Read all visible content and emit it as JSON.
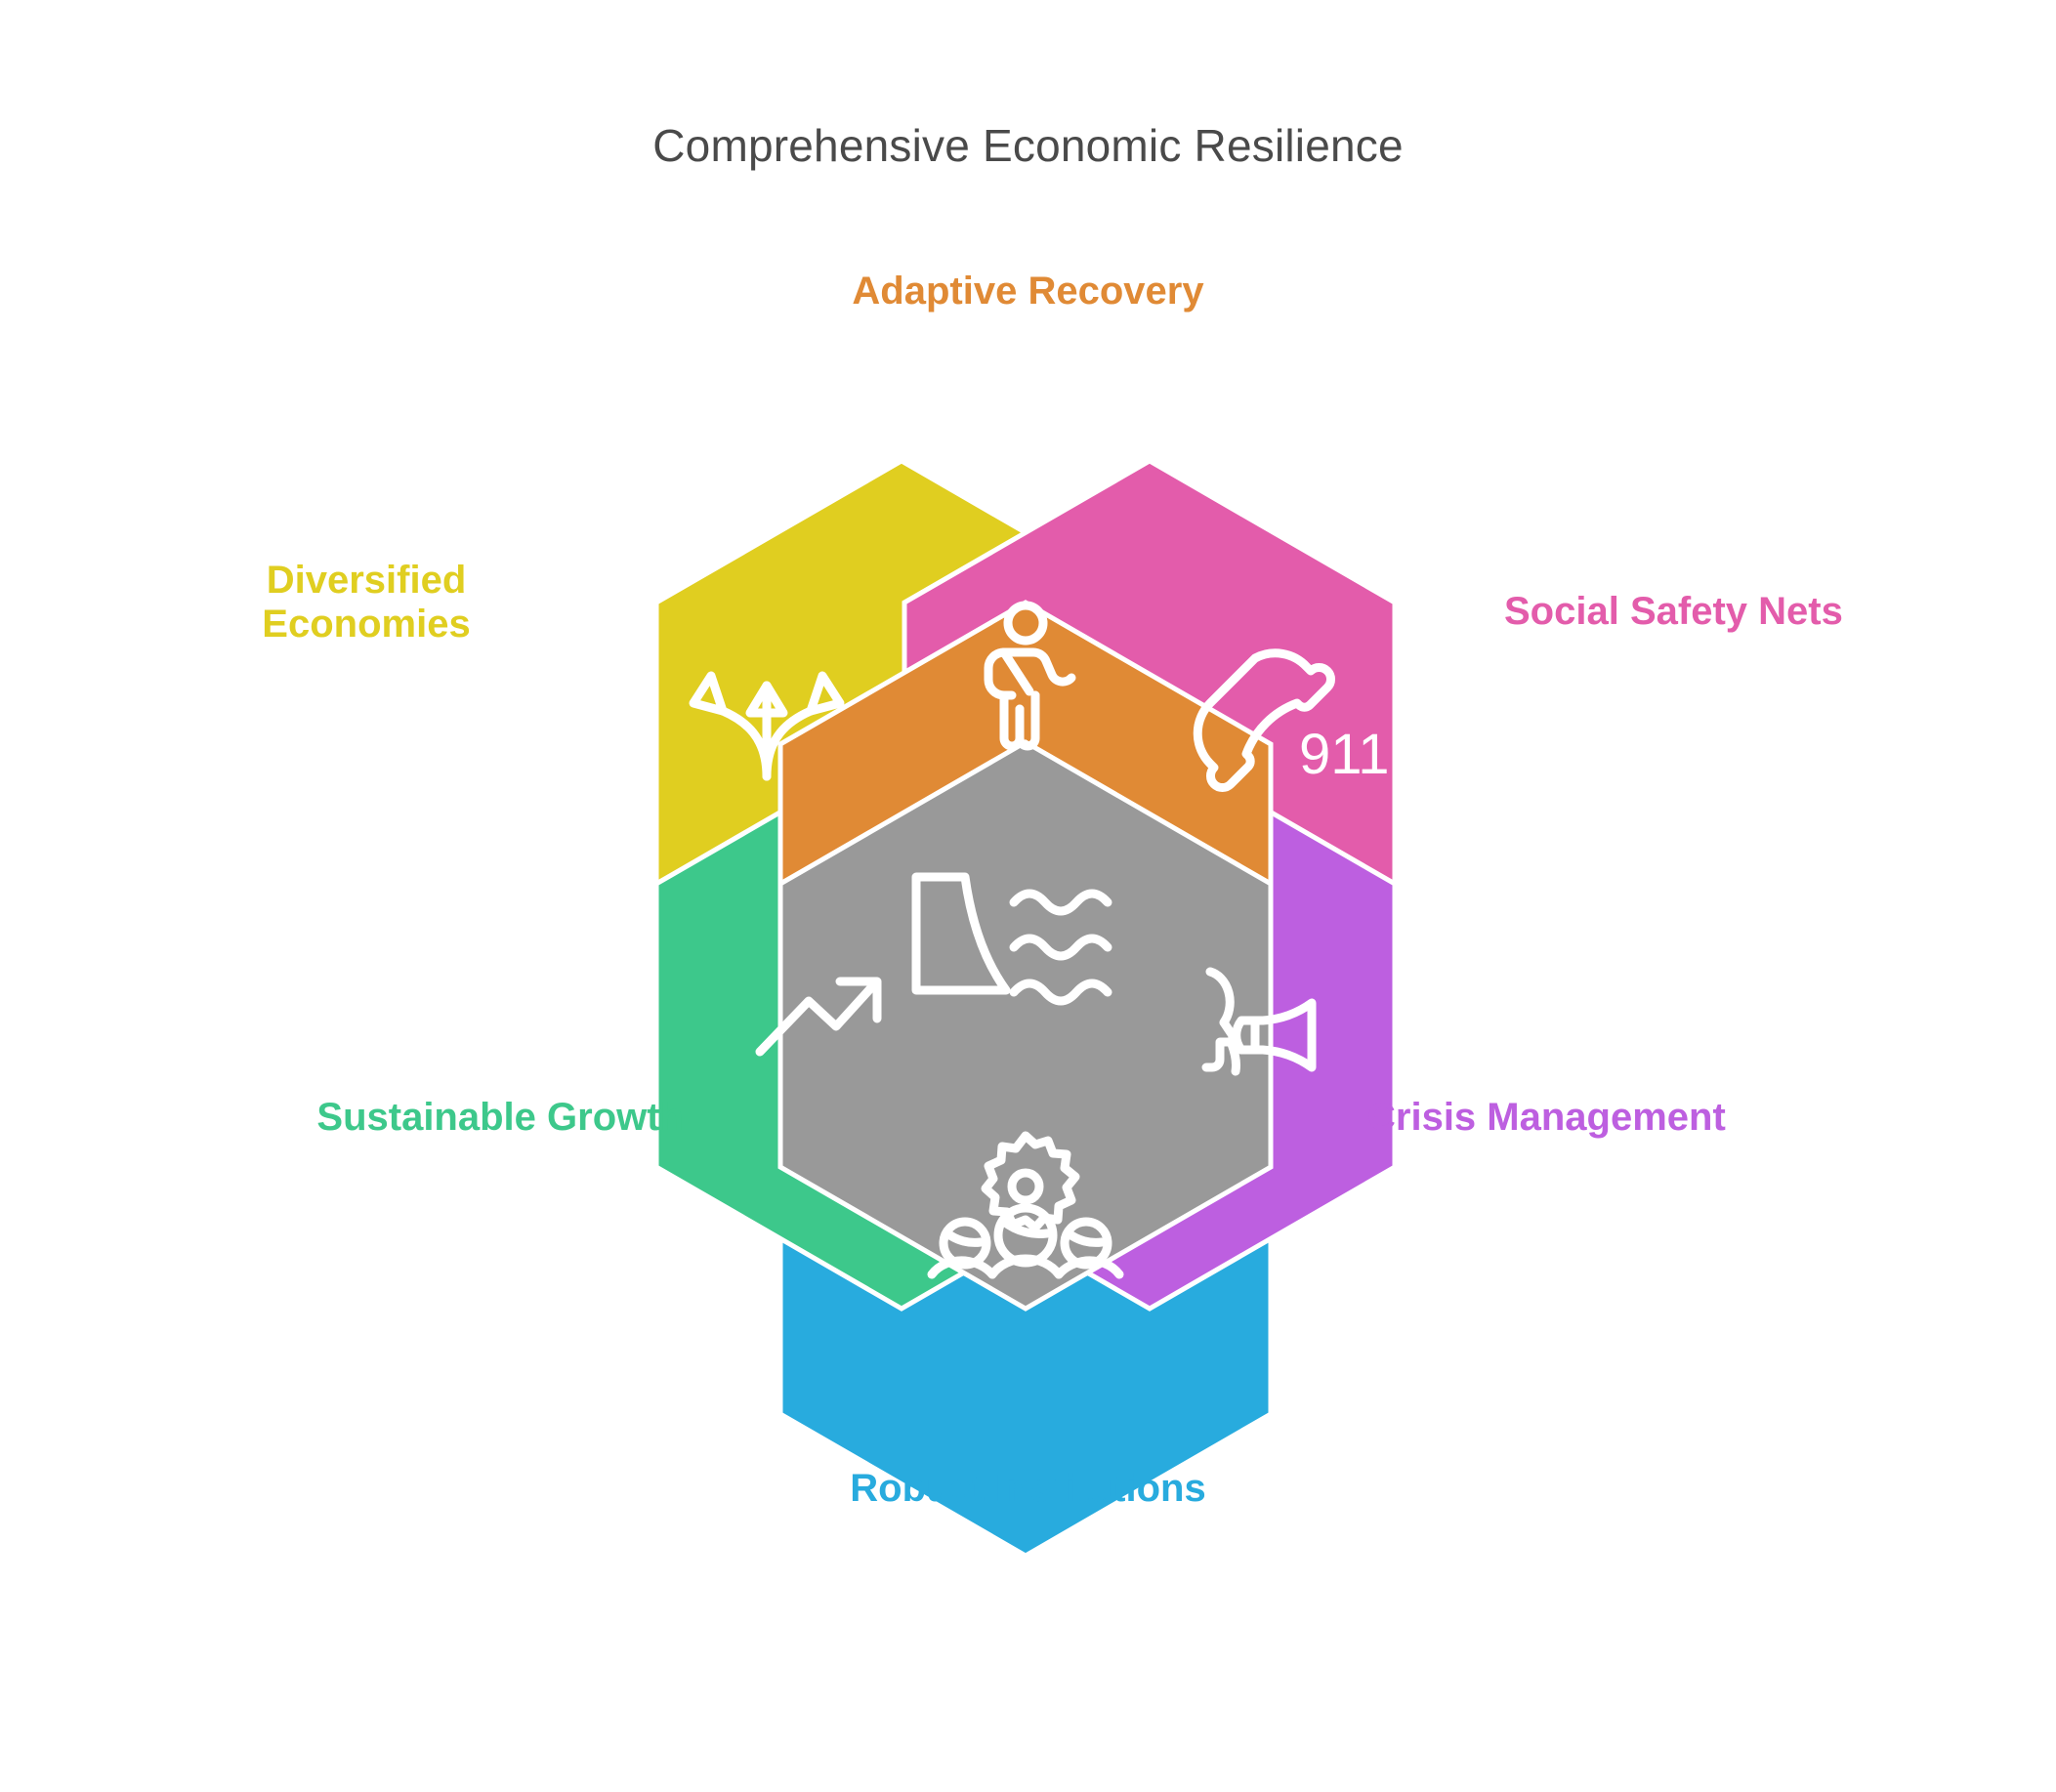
{
  "title": "Comprehensive Economic Resilience",
  "title_color": "#4a4a4a",
  "background_color": "#ffffff",
  "diagram": {
    "type": "hexagon-venn",
    "center": {
      "name": "Comprehensive Economic Resilience",
      "color": "#999999",
      "icon": "dam-water-icon"
    },
    "segments": [
      {
        "key": "adaptive_recovery",
        "label": "Adaptive Recovery",
        "color": "#E08A35",
        "icon": "person-recovery-icon",
        "position": "top"
      },
      {
        "key": "diversified_economies",
        "label": "Diversified\nEconomies",
        "color": "#E0CE20",
        "icon": "diverging-arrows-icon",
        "position": "top-left"
      },
      {
        "key": "social_safety_nets",
        "label": "Social Safety Nets",
        "color": "#E35CAB",
        "icon": "telephone-911-icon",
        "icon_text": "911",
        "position": "top-right"
      },
      {
        "key": "sustainable_growth",
        "label": "Sustainable Growth",
        "color": "#3DC88B",
        "icon": "growth-arrow-icon",
        "position": "bottom-left"
      },
      {
        "key": "crisis_management",
        "label": "Crisis Management",
        "color": "#BD5FE0",
        "icon": "megaphone-speaker-icon",
        "position": "bottom-right"
      },
      {
        "key": "robust_institutions",
        "label": "Robust Institutions",
        "color": "#28ABDE",
        "icon": "gear-people-icon",
        "position": "bottom"
      }
    ]
  }
}
